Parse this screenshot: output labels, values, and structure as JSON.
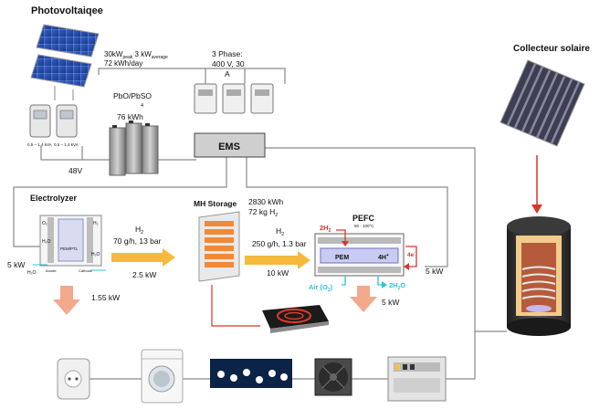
{
  "sections": {
    "pv": {
      "title": "Photovoltaiqee",
      "note_peak": "30kW",
      "note_peak_sub": "peak",
      "note_avg": "3 kW",
      "note_avg_sub": "average",
      "note_daily": "72 kWh/day",
      "inverter_label": "0,5 – 1,4 kVA"
    },
    "three_phase": {
      "line1": "3 Phase:",
      "line2": "400 V, 30",
      "line3": "A"
    },
    "battery": {
      "label": "PbO/PbSO",
      "sub": "4",
      "energy": "76 kWh",
      "voltage": "48V"
    },
    "ems": {
      "label": "EMS"
    },
    "solar": {
      "title": "Collecteur solaire"
    },
    "electrolyzer": {
      "title": "Electrolyzer",
      "power_in": "5 kW",
      "loss": "1.55 kW",
      "membrane": "PEM/PTL",
      "anode": "Anode",
      "cathode": "Cathode",
      "h2o": "H₂O",
      "h2": "H₂",
      "o2": "O₂"
    },
    "h2_flow_1": {
      "label": "H",
      "label_sub": "2",
      "rate": "70 g/h, 13 bar",
      "power": "2.5 kW"
    },
    "mh": {
      "title": "MH Storage",
      "energy": "2830 kWh",
      "mass": "72 kg H",
      "mass_sub": "2"
    },
    "h2_flow_2": {
      "label": "H",
      "label_sub": "2",
      "rate": "250 g/h, 1.3 bar",
      "power": "10 kW"
    },
    "pefc": {
      "title": "PEFC",
      "temp": "50 - 100°C",
      "pem": "PEM",
      "h2in": "2H",
      "h2in_sub": "2",
      "protons": "4H",
      "protons_sup": "+",
      "electrons": "4e",
      "electrons_sup": "-",
      "air": "Air (O",
      "air_sub": "2",
      "air_end": ")",
      "water": "2H",
      "water_sub": "2",
      "water_end": "O",
      "out_power": "5 kW",
      "loss": "5 kW"
    }
  },
  "colors": {
    "arrow_orange": "#f6b93b",
    "loss_arrow": "#f3a98c",
    "line_gray": "#8a8a8a",
    "red_line": "#d9362b",
    "cyan": "#2bc4d8",
    "ems_bg": "#cfcfcf"
  }
}
